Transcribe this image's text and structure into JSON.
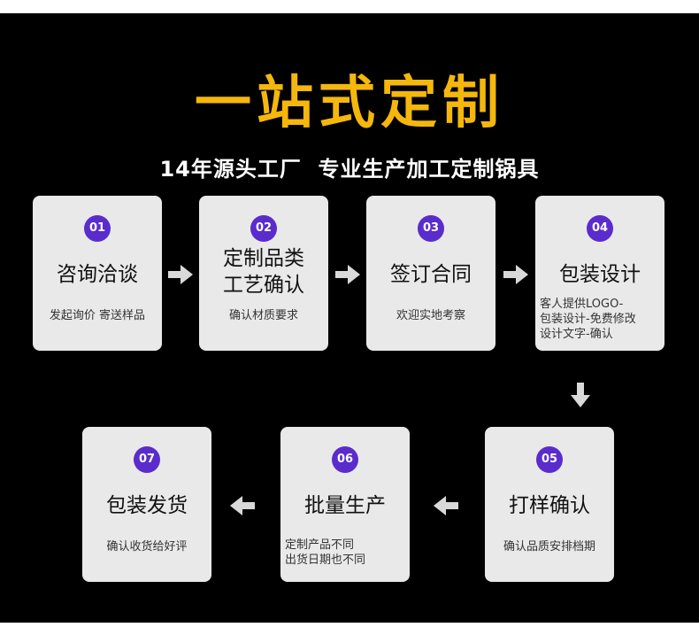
{
  "colors": {
    "background": "#000000",
    "title": "#f5b70c",
    "badge": "#5a2ccc",
    "card": "#e9e9e9",
    "arrow": "#d9d9d9"
  },
  "title": "一站式定制",
  "subtitle": "14年源头工厂  专业生产加工定制锅具",
  "steps": [
    {
      "number": "01",
      "title": [
        "咨询洽谈"
      ],
      "desc": [
        "发起询价 寄送样品"
      ]
    },
    {
      "number": "02",
      "title": [
        "定制品类",
        "工艺确认"
      ],
      "desc": [
        "确认材质要求"
      ]
    },
    {
      "number": "03",
      "title": [
        "签订合同"
      ],
      "desc": [
        "欢迎实地考察"
      ]
    },
    {
      "number": "04",
      "title": [
        "包装设计"
      ],
      "desc": [
        "客人提供LOGO-",
        "包装设计-免费修改",
        "设计文字-确认"
      ]
    },
    {
      "number": "05",
      "title": [
        "打样确认"
      ],
      "desc": [
        "确认品质安排档期"
      ]
    },
    {
      "number": "06",
      "title": [
        "批量生产"
      ],
      "desc": [
        "定制产品不同",
        "出货日期也不同"
      ]
    },
    {
      "number": "07",
      "title": [
        "包装发货"
      ],
      "desc": [
        "确认收货给好评"
      ]
    }
  ],
  "arrows": [
    {
      "direction": "right",
      "icon": "arrow-right-icon"
    },
    {
      "direction": "right",
      "icon": "arrow-right-icon"
    },
    {
      "direction": "right",
      "icon": "arrow-right-icon"
    },
    {
      "direction": "down",
      "icon": "arrow-down-icon"
    },
    {
      "direction": "left",
      "icon": "arrow-left-icon"
    },
    {
      "direction": "left",
      "icon": "arrow-left-icon"
    }
  ]
}
